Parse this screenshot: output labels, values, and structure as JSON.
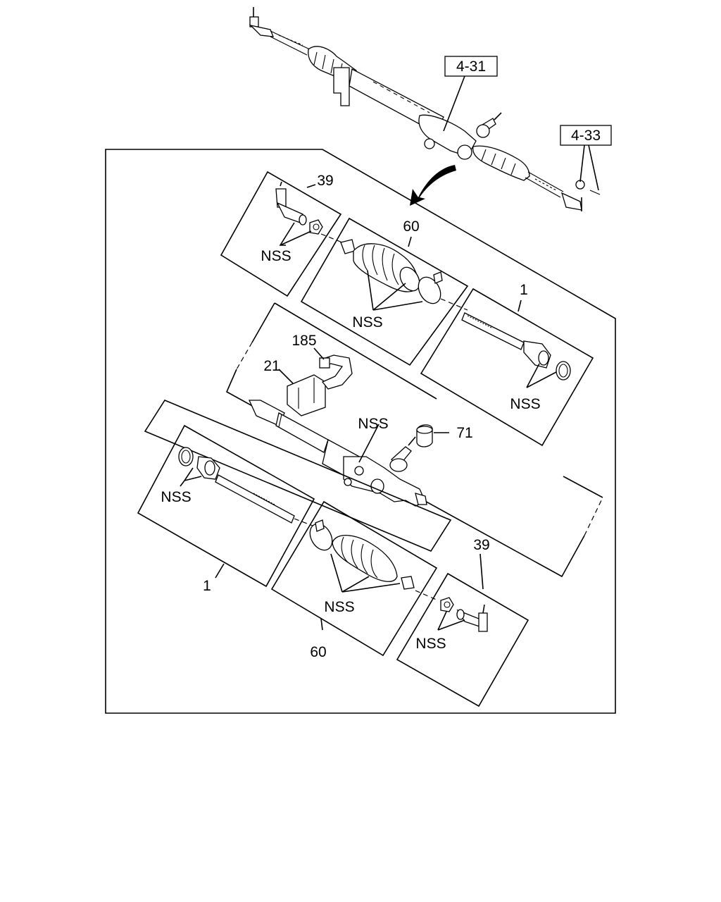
{
  "refs": {
    "ref_4_31": "4-31",
    "ref_4_33": "4-33"
  },
  "callouts": {
    "tie_rod_end_upper": "39",
    "boot_upper": "60",
    "inner_tie_rod_upper": "1",
    "bracket": "185",
    "bushing": "21",
    "gear_housing_nss": "NSS",
    "dust_cap": "71",
    "inner_tie_rod_lower": "1",
    "boot_lower": "60",
    "tie_rod_end_lower": "39"
  },
  "nss": {
    "upper_tie_rod_end": "NSS",
    "upper_boot": "NSS",
    "upper_inner_rod": "NSS",
    "lower_inner_rod": "NSS",
    "lower_boot": "NSS",
    "lower_tie_rod_end": "NSS"
  }
}
